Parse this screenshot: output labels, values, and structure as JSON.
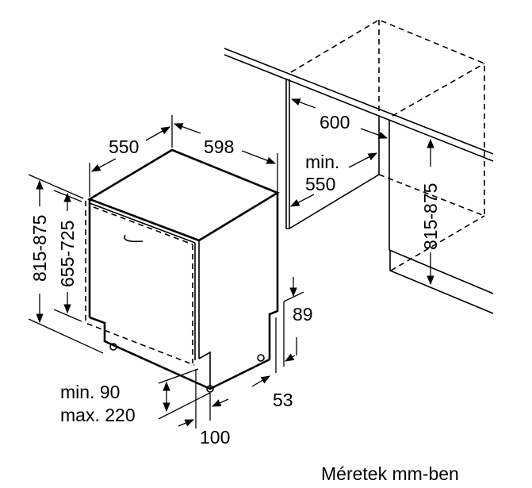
{
  "diagram": {
    "title": "Dishwasher built-in installation dimensions",
    "unit_note": "Méretek mm-ben",
    "dimensions": {
      "depth": "550",
      "width": "598",
      "total_height": "815-875",
      "door_height": "655-725",
      "niche_width": "600",
      "niche_depth_label": "min.",
      "niche_depth_value": "550",
      "niche_height": "815-875",
      "plinth_top": "89",
      "plinth_depth": "53",
      "plinth_height_min": "min. 90",
      "plinth_height_max": "max. 220",
      "foot_offset": "100"
    }
  }
}
